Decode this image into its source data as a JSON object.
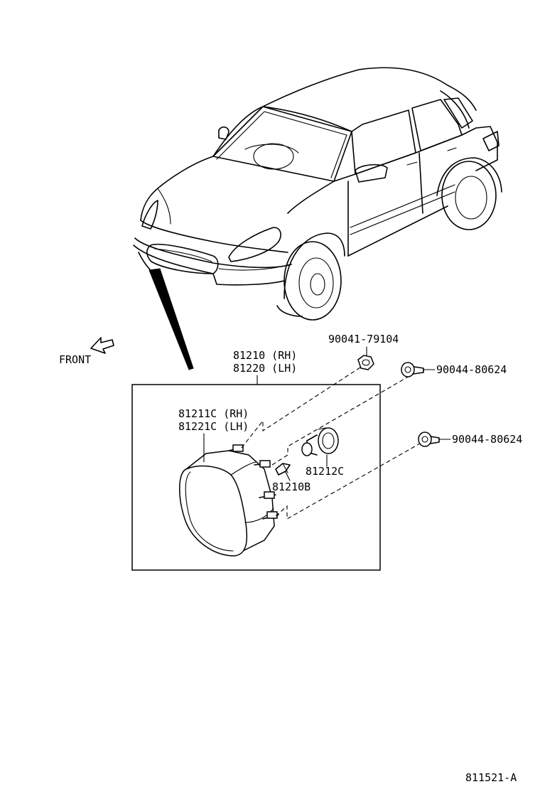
{
  "direction_label": "FRONT",
  "diagram_code": "811521-A",
  "parts": {
    "assembly_rh": "81210 (RH)",
    "assembly_lh": "81220 (LH)",
    "lens_rh": "81211C (RH)",
    "lens_lh": "81221C (LH)",
    "clip": "81210B",
    "bulb_socket": "81212C",
    "nut_top": "90041-79104",
    "nut_mid": "90044-80624",
    "nut_low": "90044-80624"
  }
}
